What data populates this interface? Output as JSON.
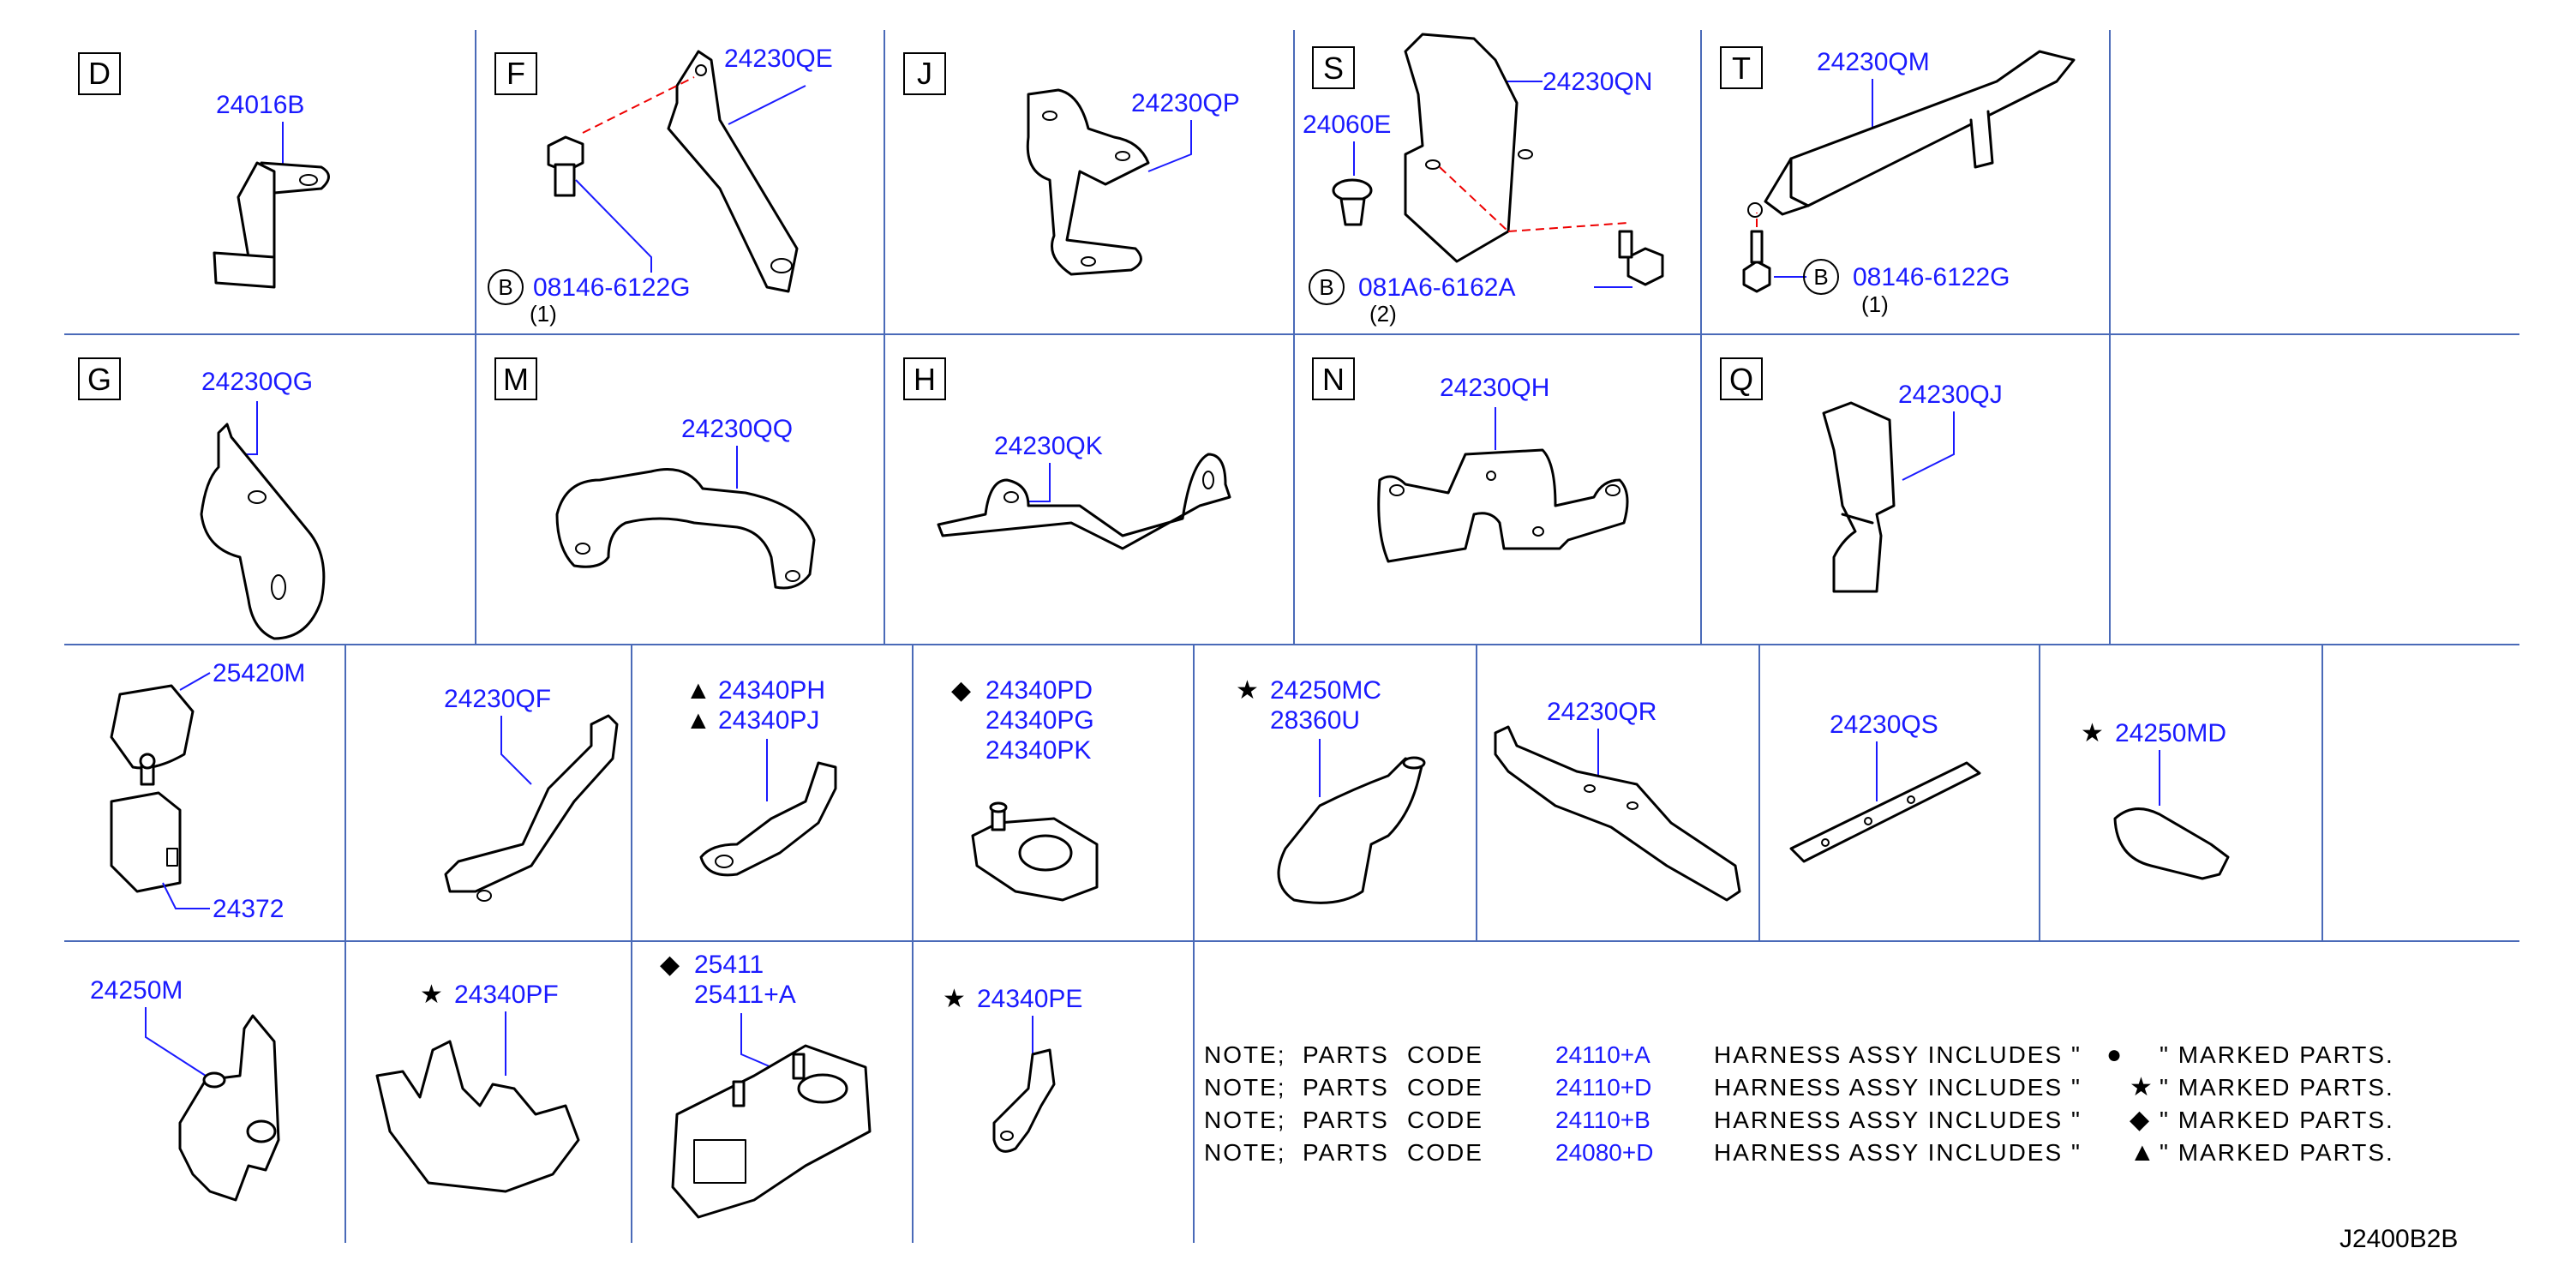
{
  "sections": {
    "D": {
      "label": "D",
      "parts": [
        "24016B"
      ]
    },
    "F": {
      "label": "F",
      "parts": [
        "24230QE",
        "08146-6122G"
      ],
      "bolt_mark": "B",
      "qty": "(1)"
    },
    "J": {
      "label": "J",
      "parts": [
        "24230QP"
      ]
    },
    "S": {
      "label": "S",
      "parts": [
        "24230QN",
        "24060E",
        "081A6-6162A"
      ],
      "bolt_mark": "B",
      "qty": "(2)"
    },
    "T": {
      "label": "T",
      "parts": [
        "24230QM",
        "08146-6122G"
      ],
      "bolt_mark": "B",
      "qty": "(1)"
    },
    "G": {
      "label": "G",
      "parts": [
        "24230QG"
      ]
    },
    "M": {
      "label": "M",
      "parts": [
        "24230QQ"
      ]
    },
    "H": {
      "label": "H",
      "parts": [
        "24230QK"
      ]
    },
    "N": {
      "label": "N",
      "parts": [
        "24230QH"
      ]
    },
    "Q": {
      "label": "Q",
      "parts": [
        "24230QJ"
      ]
    }
  },
  "row3": {
    "c1": {
      "parts": [
        "25420M",
        "24372"
      ]
    },
    "c2": {
      "parts": [
        "24230QF"
      ]
    },
    "c3": {
      "mark": "▲",
      "parts": [
        "24340PH",
        "24340PJ"
      ]
    },
    "c4": {
      "mark": "◆",
      "parts": [
        "24340PD",
        "24340PG",
        "24340PK"
      ]
    },
    "c5": {
      "mark": "★",
      "parts": [
        "24250MC",
        "28360U"
      ]
    },
    "c6": {
      "parts": [
        "24230QR"
      ]
    },
    "c7": {
      "parts": [
        "24230QS"
      ]
    },
    "c8": {
      "mark": "★",
      "parts": [
        "24250MD"
      ]
    }
  },
  "row4": {
    "c1": {
      "parts": [
        "24250M"
      ]
    },
    "c2": {
      "mark": "★",
      "parts": [
        "24340PF"
      ]
    },
    "c3": {
      "mark": "◆",
      "parts": [
        "25411",
        "25411+A"
      ]
    },
    "c4": {
      "mark": "★",
      "parts": [
        "24340PE"
      ]
    }
  },
  "notes": [
    {
      "prefix": "NOTE;",
      "w1": "PARTS",
      "w2": "CODE",
      "code": "24110+A",
      "text1": "HARNESS ASSY INCLUDES \"",
      "mark": "●",
      "text2": "\" MARKED PARTS."
    },
    {
      "prefix": "NOTE;",
      "w1": "PARTS",
      "w2": "CODE",
      "code": "24110+D",
      "text1": "HARNESS ASSY INCLUDES \"",
      "mark": "★",
      "text2": "\" MARKED PARTS."
    },
    {
      "prefix": "NOTE;",
      "w1": "PARTS",
      "w2": "CODE",
      "code": "24110+B",
      "text1": "HARNESS ASSY INCLUDES \"",
      "mark": "◆",
      "text2": "\" MARKED PARTS."
    },
    {
      "prefix": "NOTE;",
      "w1": "PARTS",
      "w2": "CODE",
      "code": "24080+D",
      "text1": "HARNESS ASSY INCLUDES \"",
      "mark": "▲",
      "text2": "\" MARKED PARTS."
    }
  ],
  "diagram_id": "J2400B2B"
}
